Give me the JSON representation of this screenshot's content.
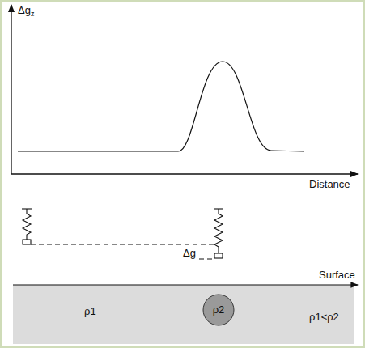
{
  "diagram": {
    "nodes": [
      {
        "text": [
          "ρ1",
          "ρ1<ρ2"
        ]
      },
      {
        "text": [
          "ρ2"
        ],
        "in": 0
      }
    ],
    "labels": [
      "Δgz",
      "Distance",
      "Δg",
      "Surface"
    ]
  }
}
